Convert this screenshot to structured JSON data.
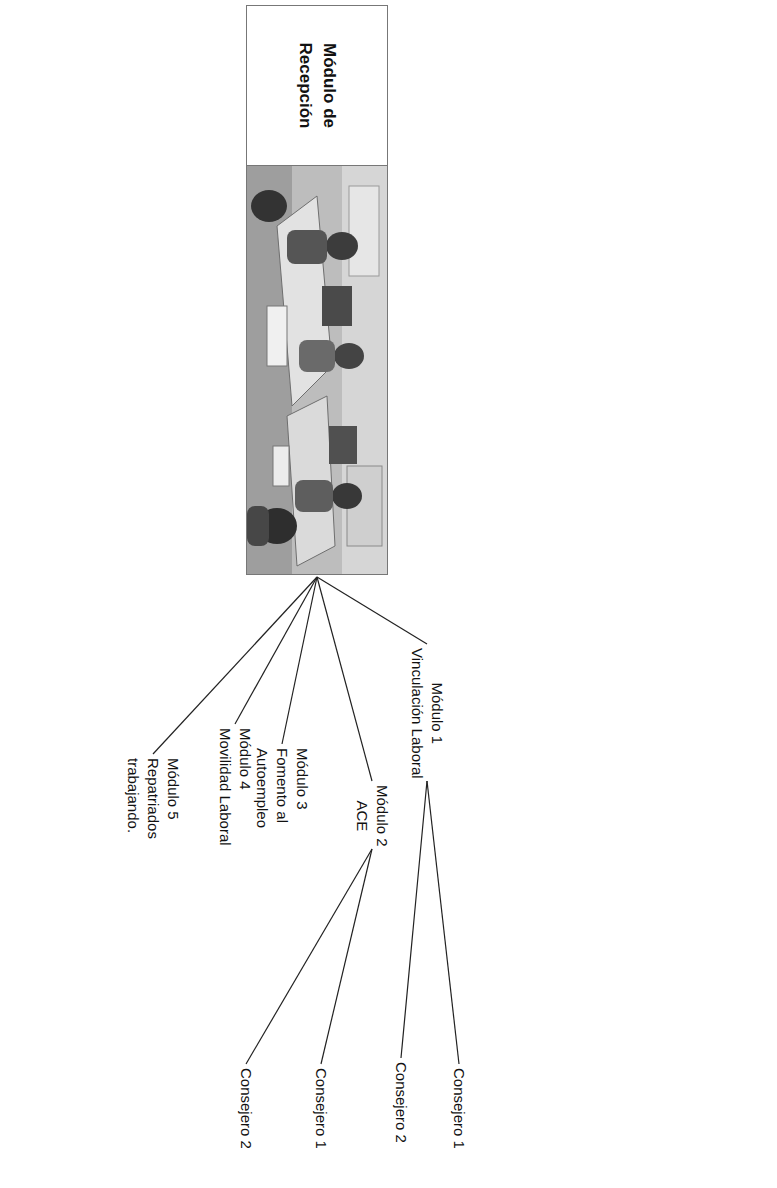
{
  "diagram": {
    "nodes": [
      {
        "text": [
          "Módulo de Recepción"
        ]
      },
      {
        "text": [
          "Módulo 1",
          "Vinculación Laboral"
        ]
      },
      {
        "text": [
          "Módulo 2",
          "ACE"
        ]
      },
      {
        "text": [
          "Módulo 3",
          "Fomento al Autoempleo"
        ]
      },
      {
        "text": [
          "Módulo 4",
          "Movilidad Laboral"
        ]
      },
      {
        "text": [
          "Módulo 5",
          "Repatriados trabajando."
        ]
      },
      {
        "text": [
          "Consejero 1"
        ]
      },
      {
        "text": [
          "Consejero 2"
        ]
      },
      {
        "text": [
          "Consejero 1"
        ]
      },
      {
        "text": [
          "Consejero 2"
        ]
      }
    ],
    "edges": [
      {
        "from": 0,
        "to": 1,
        "arrow": "none"
      },
      {
        "from": 0,
        "to": 2,
        "arrow": "none"
      },
      {
        "from": 0,
        "to": 3,
        "arrow": "none"
      },
      {
        "from": 0,
        "to": 4,
        "arrow": "none"
      },
      {
        "from": 0,
        "to": 5,
        "arrow": "none"
      },
      {
        "from": 1,
        "to": 6,
        "arrow": "none"
      },
      {
        "from": 1,
        "to": 7,
        "arrow": "none"
      },
      {
        "from": 2,
        "to": 8,
        "arrow": "none"
      },
      {
        "from": 2,
        "to": 9,
        "arrow": "none"
      }
    ]
  }
}
